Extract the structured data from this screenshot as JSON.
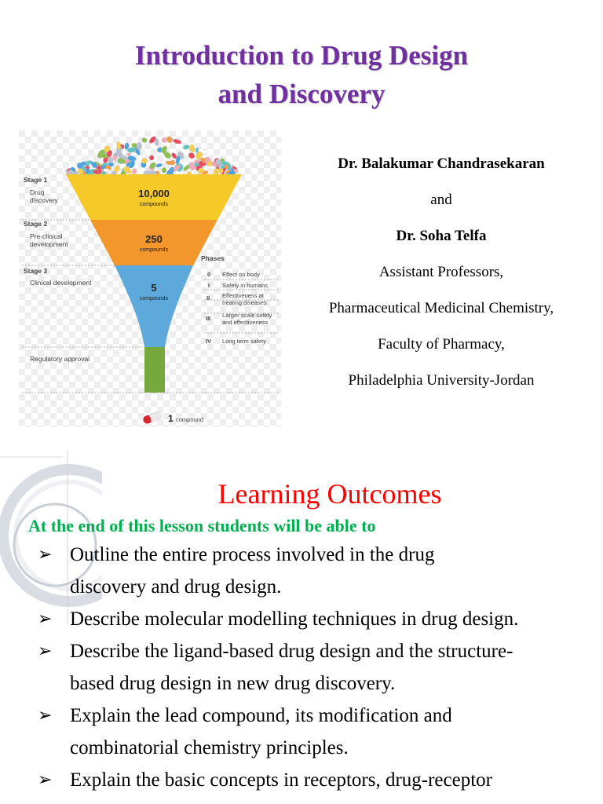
{
  "slide1": {
    "title_line1": "Introduction to Drug Design",
    "title_line2": "and Discovery",
    "authors": [
      {
        "text": "Dr. Balakumar Chandrasekaran",
        "bold": true
      },
      {
        "text": "and",
        "bold": false
      },
      {
        "text": "Dr. Soha Telfa",
        "bold": true
      },
      {
        "text": "Assistant Professors,",
        "bold": false
      },
      {
        "text": "Pharmaceutical Medicinal Chemistry,",
        "bold": false
      },
      {
        "text": "Faculty of Pharmacy,",
        "bold": false
      },
      {
        "text": "Philadelphia University-Jordan",
        "bold": false
      }
    ],
    "funnel": {
      "stage1_label": "Stage 1",
      "stage1_desc_1": "Drug",
      "stage1_desc_2": "discovery",
      "stage1_count": "10,000",
      "stage2_label": "Stage 2",
      "stage2_desc_1": "Pre-clinical",
      "stage2_desc_2": "development",
      "stage2_count": "250",
      "stage3_label": "Stage 3",
      "stage3_desc": "Clinical development",
      "stage3_count": "5",
      "compounds_word": "compounds",
      "regulatory": "Regulatory approval",
      "phases_label": "Phases",
      "phases": [
        {
          "num": "0",
          "line1": "Effect on body",
          "line2": ""
        },
        {
          "num": "I",
          "line1": "Safety in humans",
          "line2": ""
        },
        {
          "num": "II",
          "line1": "Effectiveness at",
          "line2": "treating diseases"
        },
        {
          "num": "III",
          "line1": "Larger scale safety",
          "line2": "and effectiveness"
        },
        {
          "num": "IV",
          "line1": "Long term safety",
          "line2": ""
        }
      ],
      "final_number": "1",
      "final_word": "compound",
      "colors": {
        "yellow": "#f5c928",
        "orange": "#f3962b",
        "blue": "#5ea9dc",
        "green": "#77a83e"
      }
    }
  },
  "slide2": {
    "title": "Learning Outcomes",
    "lead": "At the end of this lesson students will be able to",
    "bullet_glyph": "➢",
    "bullets": [
      {
        "line1": "Outline the entire process involved in the drug",
        "line2": "discovery and drug design."
      },
      {
        "line1": "Describe molecular modelling techniques in drug design.",
        "line2": ""
      },
      {
        "line1": "Describe the ligand-based drug design and the structure-",
        "line2": "based drug design in new drug discovery."
      },
      {
        "line1": "Explain the lead compound, its modification and",
        "line2": "combinatorial chemistry principles."
      },
      {
        "line1": "Explain the basic concepts in receptors, drug-receptor",
        "line2": ""
      }
    ]
  }
}
